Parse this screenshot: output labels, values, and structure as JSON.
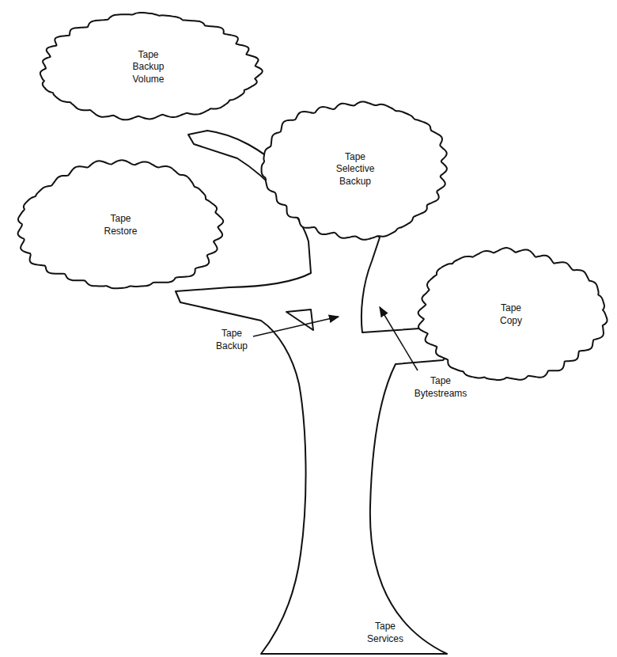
{
  "diagram": {
    "nodes": [
      {
        "text": [
          "Tape Backup Volume"
        ]
      },
      {
        "text": [
          "Tape Selective Backup"
        ]
      },
      {
        "text": [
          "Tape Restore"
        ]
      },
      {
        "text": [
          "Tape Copy"
        ]
      }
    ],
    "labels": [
      "Tape Backup",
      "Tape Bytestreams",
      "Tape Services"
    ]
  }
}
